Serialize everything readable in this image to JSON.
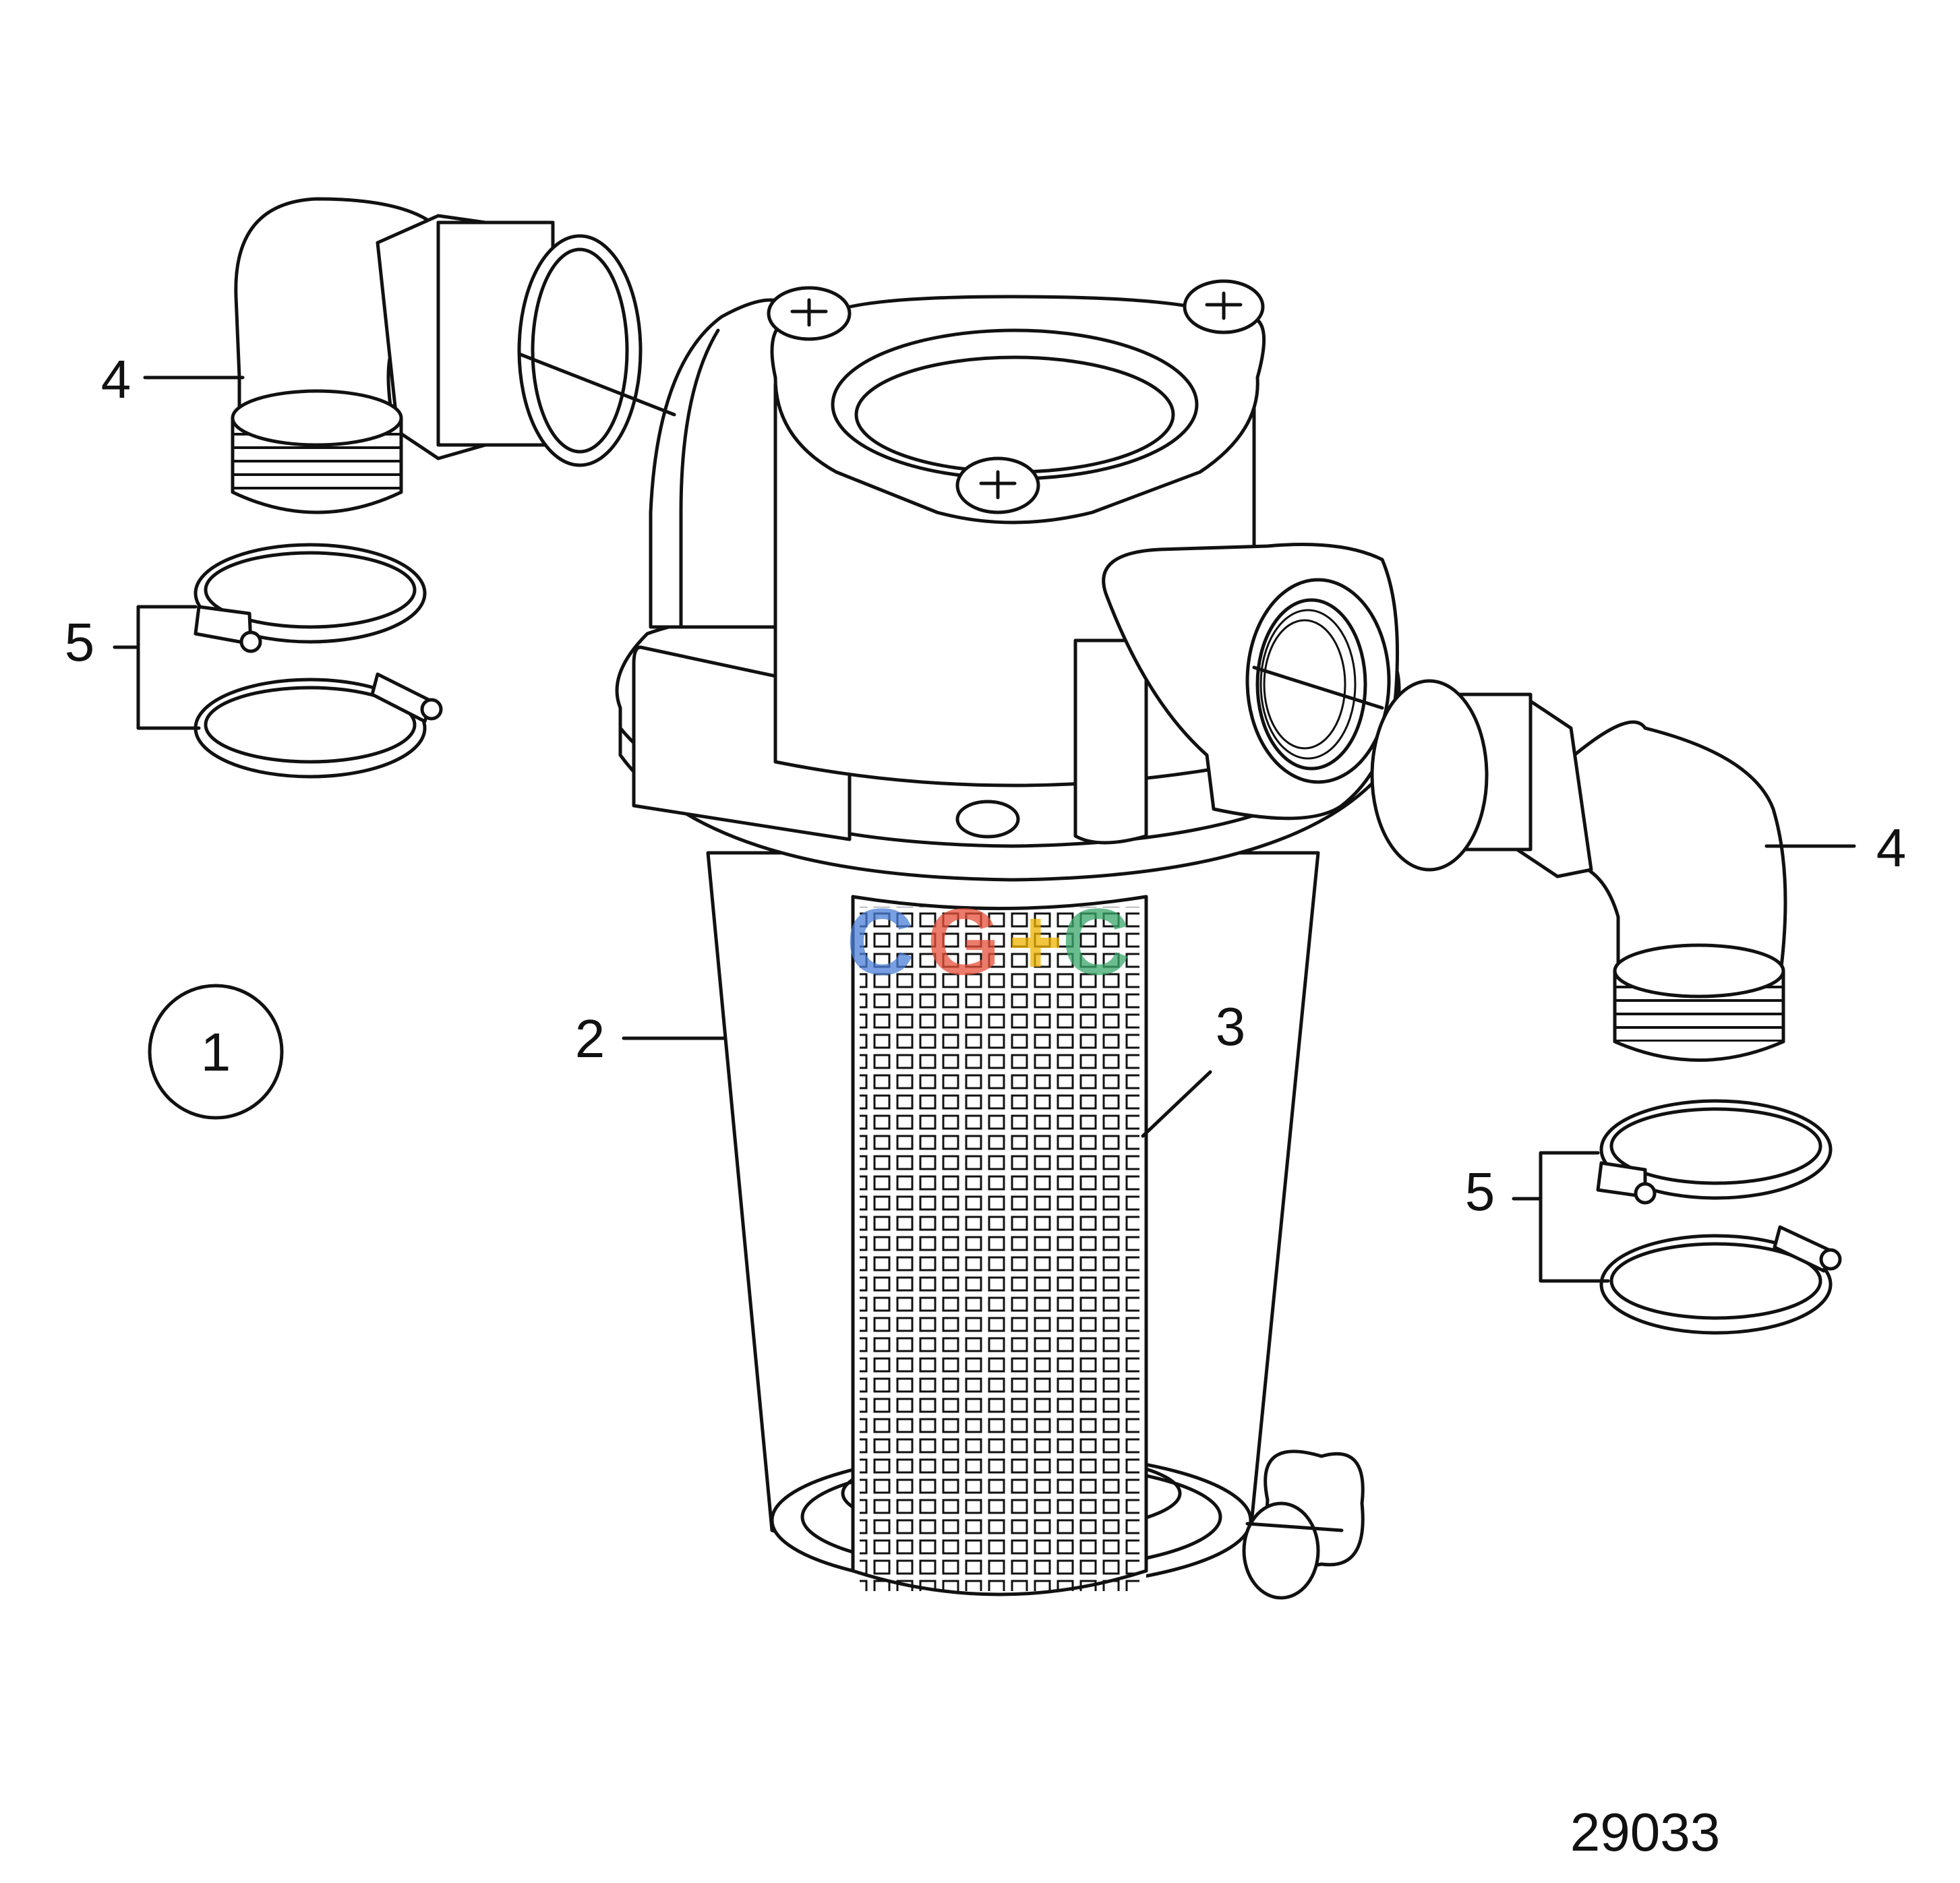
{
  "callouts": {
    "assembly": "1",
    "bowl": "2",
    "screen": "3",
    "elbow_left": "4",
    "elbow_right": "4",
    "clamps_left": "5",
    "clamps_right": "5"
  },
  "watermark": {
    "letters": [
      "C",
      "G",
      "+",
      "C"
    ],
    "colors": [
      "#4a7fd8",
      "#e8503a",
      "#f0b400",
      "#3aa86a"
    ]
  },
  "figure_number": "29033",
  "colors": {
    "line": "#111111",
    "background": "#ffffff"
  }
}
